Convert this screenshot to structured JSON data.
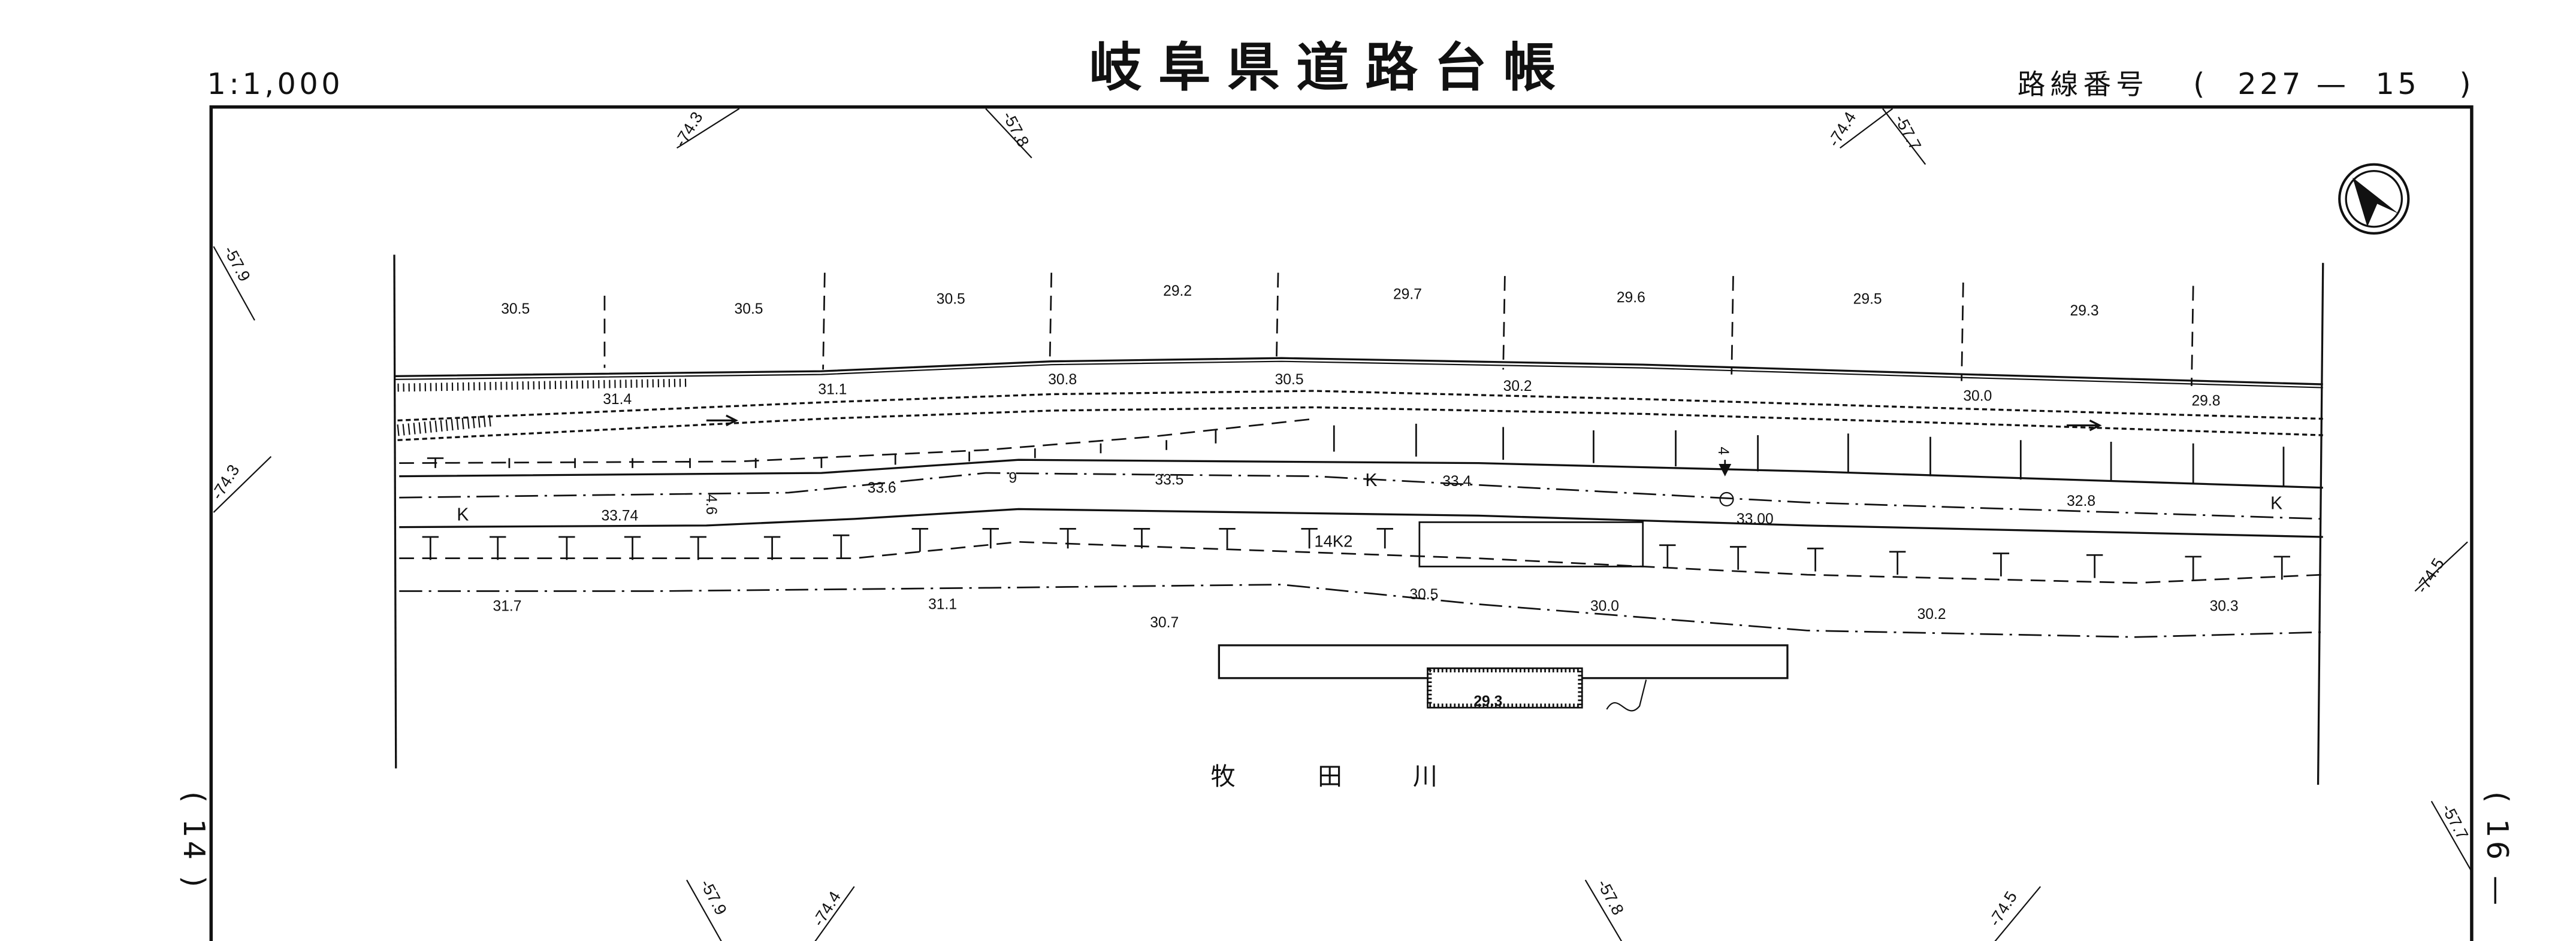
{
  "header": {
    "scale": "1:1,000",
    "title": "岐阜県道路台帳",
    "route_label": "路線番号",
    "route_open": "(",
    "route_number": "227",
    "route_dash": "—",
    "route_sub": "15",
    "route_close": ")"
  },
  "sheet_links": {
    "left": "( 14 )",
    "right": "( 16 —"
  },
  "grid_labels": [
    "-74.3",
    "-57.8",
    "-74.4",
    "-57.7",
    "-57.9",
    "-74.3",
    "-74.5",
    "-57.9",
    "-74.4",
    "-57.8",
    "-74.5",
    "-57.7"
  ],
  "spot_heights_top": [
    "30.5",
    "30.5",
    "30.5",
    "29.2",
    "29.7",
    "29.6",
    "29.5",
    "29.3"
  ],
  "spot_heights_road_edge": [
    "31.4",
    "31.1",
    "30.8",
    "30.5",
    "30.2",
    "30.0",
    "29.8"
  ],
  "road_labels": [
    "33.6",
    "9",
    "33.5",
    "K",
    "33.4",
    "4",
    "33.00",
    "32.8",
    "K",
    "K",
    "33.74",
    "4.6",
    "14K2"
  ],
  "spot_heights_lower": [
    "31.7",
    "31.1",
    "30.7",
    "30.5",
    "30.0",
    "30.2",
    "30.3",
    "29.3"
  ],
  "river_name": [
    "牧",
    "田",
    "川"
  ],
  "north_arrow": "north-arrow-icon"
}
